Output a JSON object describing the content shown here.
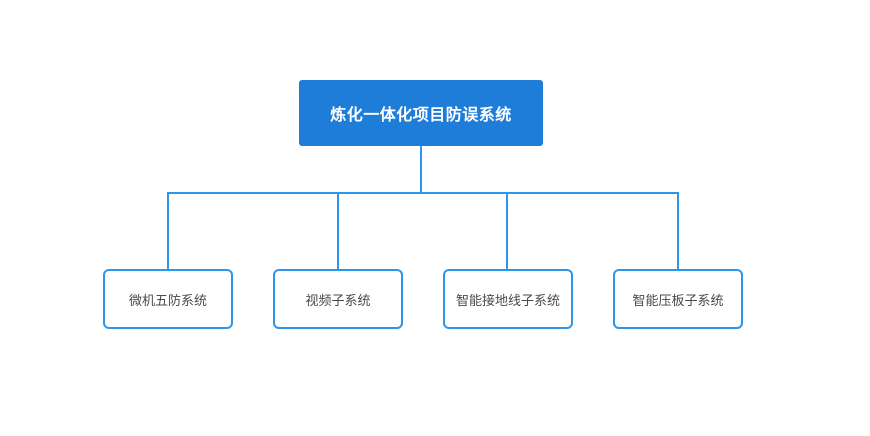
{
  "diagram": {
    "type": "org-chart",
    "root": {
      "label": "炼化一体化项目防误系统"
    },
    "children": [
      {
        "label": "微机五防系统"
      },
      {
        "label": "视频子系统"
      },
      {
        "label": "智能接地线子系统"
      },
      {
        "label": "智能压板子系统"
      }
    ],
    "colors": {
      "root_fill": "#1D7DD8",
      "root_text": "#FFFFFF",
      "connector": "#2E95EC",
      "child_border": "#2E95EC",
      "child_bg": "#FFFFFF",
      "child_text": "#4A4A4A",
      "canvas_bg": "#FFFFFF"
    }
  }
}
